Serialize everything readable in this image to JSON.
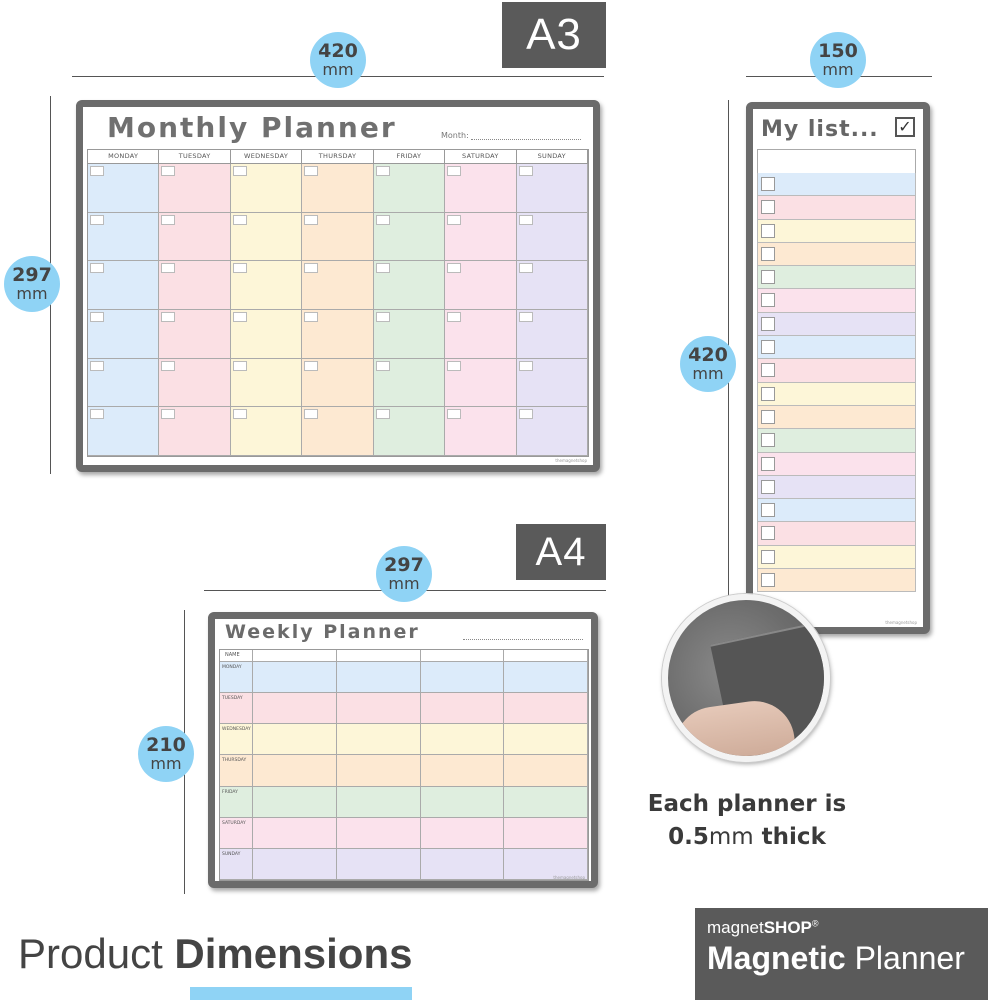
{
  "a3": {
    "tag": "A3",
    "width_label": "420",
    "width_unit": "mm",
    "height_label": "297",
    "height_unit": "mm"
  },
  "a4": {
    "tag": "A4",
    "width_label": "297",
    "width_unit": "mm",
    "height_label": "210",
    "height_unit": "mm"
  },
  "list_dims": {
    "width_label": "150",
    "width_unit": "mm",
    "height_label": "420",
    "height_unit": "mm"
  },
  "monthly": {
    "title": "Monthly Planner",
    "month_label": "Month:",
    "days": [
      "MONDAY",
      "TUESDAY",
      "WEDNESDAY",
      "THURSDAY",
      "FRIDAY",
      "SATURDAY",
      "SUNDAY"
    ],
    "day_colors": [
      "#dcebfa",
      "#fbe0e4",
      "#fdf6d8",
      "#fde9d2",
      "#dfeedf",
      "#fbe2ec",
      "#e6e2f5"
    ],
    "weeks": 6,
    "brand_mark": "themagnetshop"
  },
  "list": {
    "title": "My list...",
    "check_glyph": "✓",
    "row_colors": [
      "#dcebfa",
      "#fbe0e4",
      "#fdf6d8",
      "#fde9d2",
      "#dfeedf",
      "#fbe2ec",
      "#e6e2f5"
    ],
    "rows": 18,
    "brand_mark": "themagnetshop"
  },
  "weekly": {
    "title": "Weekly Planner",
    "name_label": "NAME",
    "days": [
      "MONDAY",
      "TUESDAY",
      "WEDNESDAY",
      "THURSDAY",
      "FRIDAY",
      "SATURDAY",
      "SUNDAY"
    ],
    "day_colors": [
      "#dcebfa",
      "#fbe0e4",
      "#fdf6d8",
      "#fde9d2",
      "#dfeedf",
      "#fbe2ec",
      "#e6e2f5"
    ],
    "brand_mark": "themagnetshop"
  },
  "thickness": {
    "line1": "Each planner is",
    "line2_value": "0.5",
    "line2_unit": "mm",
    "line2_rest": " thick"
  },
  "footer": {
    "title_light": "Product ",
    "title_bold": "Dimensions",
    "brand_shop_light": "magnet",
    "brand_shop_bold": "SHOP",
    "brand_trademark": "®",
    "brand_name_bold": "Magnetic",
    "brand_name_light": " Planner",
    "accent": "#8fd3f5"
  }
}
